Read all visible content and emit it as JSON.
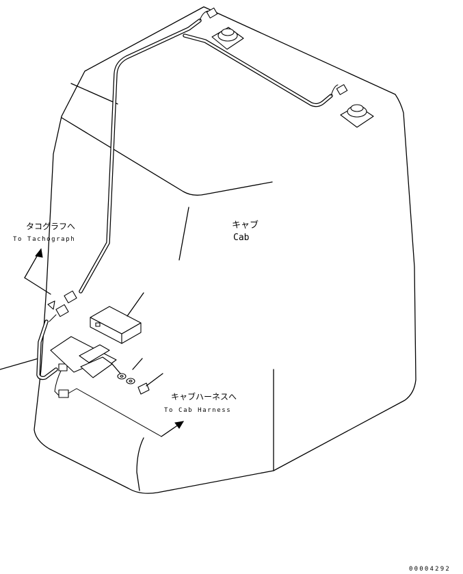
{
  "labels": {
    "cab_jp": "キャブ",
    "cab_en": "Cab",
    "tachograph_jp": "タコグラフへ",
    "tachograph_en": "To Tachograph",
    "cab_harness_jp": "キャブハーネスへ",
    "cab_harness_en": "To Cab Harness"
  },
  "drawing_number": "00004292"
}
